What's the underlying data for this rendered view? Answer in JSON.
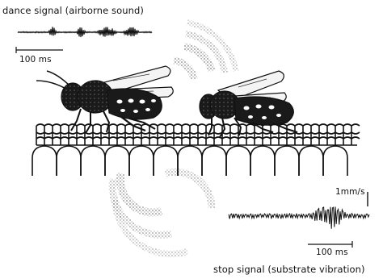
{
  "labels": {
    "dance_signal": "dance signal (airborne sound)",
    "stop_signal": "stop signal (substrate vibration)",
    "dance_scale": "100 ms",
    "stop_scale": "100 ms",
    "amplitude_scale": "1mm/s"
  },
  "colors": {
    "ink": "#111111",
    "wave_arc": "#9a9a9a",
    "background": "#ffffff"
  }
}
